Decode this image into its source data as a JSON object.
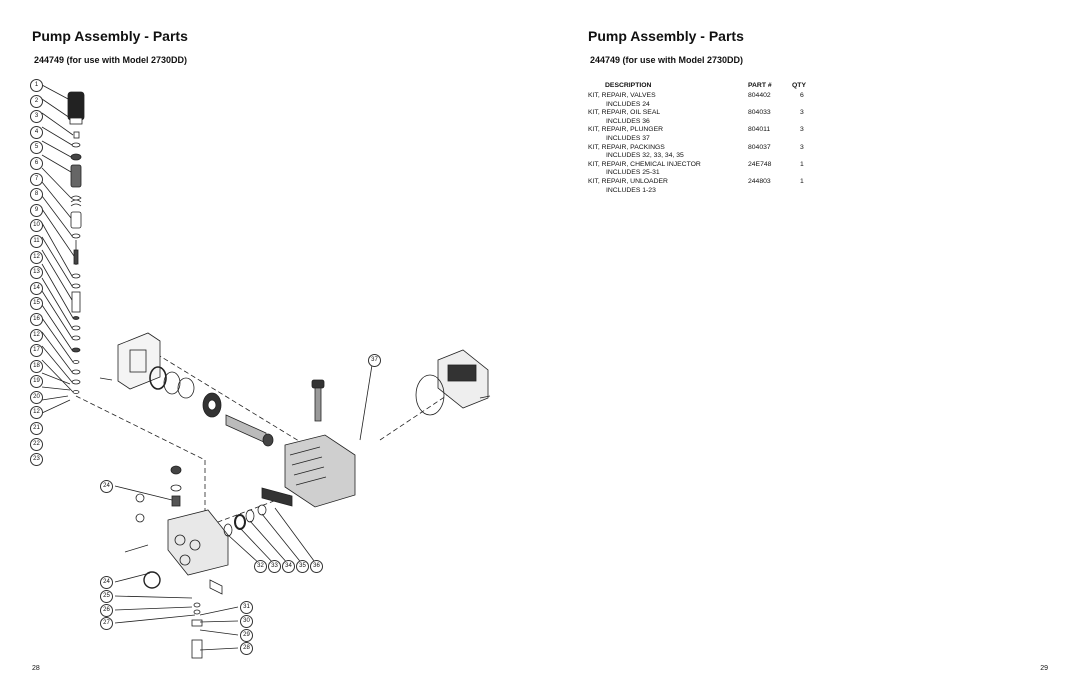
{
  "left_page": {
    "title": "Pump Assembly - Parts",
    "subtitle": "244749 (for use with Model 2730DD)",
    "page_number": "28",
    "callouts": [
      "1",
      "2",
      "3",
      "4",
      "5",
      "6",
      "7",
      "8",
      "9",
      "10",
      "11",
      "12",
      "13",
      "14",
      "15",
      "16",
      "12",
      "17",
      "18",
      "19",
      "20",
      "12",
      "21",
      "22",
      "23"
    ],
    "diagram_callouts": [
      "37",
      "24",
      "32",
      "33",
      "34",
      "35",
      "36",
      "24",
      "25",
      "26",
      "27",
      "31",
      "30",
      "29",
      "28"
    ]
  },
  "right_page": {
    "title": "Pump Assembly - Parts",
    "subtitle": "244749 (for use with Model 2730DD)",
    "page_number": "29",
    "table": {
      "headers": {
        "description": "DESCRIPTION",
        "part": "PART #",
        "qty": "QTY"
      },
      "rows": [
        {
          "description": "KIT, REPAIR, VALVES",
          "includes": "INCLUDES 24",
          "part": "804402",
          "qty": "6"
        },
        {
          "description": "KIT, REPAIR, OIL SEAL",
          "includes": "INCLUDES 36",
          "part": "804033",
          "qty": "3"
        },
        {
          "description": "KIT, REPAIR, PLUNGER",
          "includes": "INCLUDES 37",
          "part": "804011",
          "qty": "3"
        },
        {
          "description": "KIT, REPAIR, PACKINGS",
          "includes": "INCLUDES 32, 33, 34, 35",
          "part": "804037",
          "qty": "3"
        },
        {
          "description": "KIT, REPAIR, CHEMICAL INJECTOR",
          "includes": "INCLUDES 25-31",
          "part": "24E748",
          "qty": "1"
        },
        {
          "description": "KIT, REPAIR, UNLOADER",
          "includes": "INCLUDES 1-23",
          "part": "244803",
          "qty": "1"
        }
      ]
    }
  }
}
